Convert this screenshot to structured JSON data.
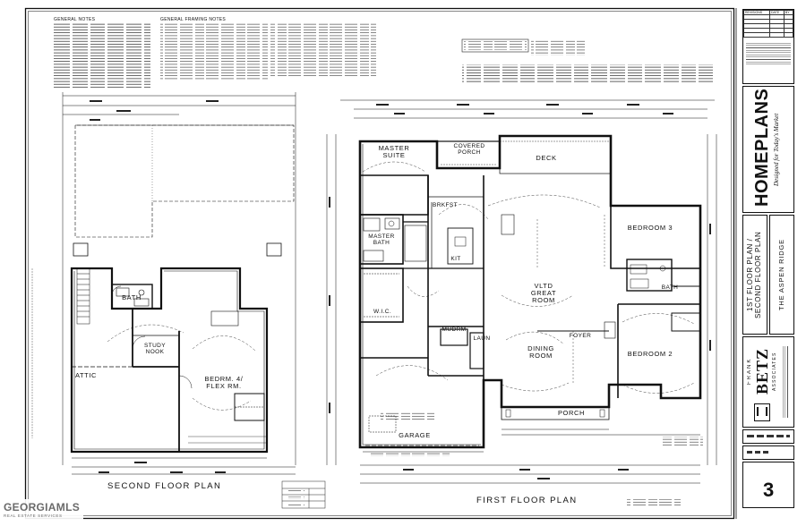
{
  "notes": {
    "general_notes_title": "GENERAL NOTES",
    "framing_notes_title": "GENERAL FRAMING NOTES"
  },
  "second_floor": {
    "title": "SECOND FLOOR PLAN",
    "rooms": {
      "bath": "BATH",
      "study_nook": "STUDY\nNOOK",
      "bedroom4": "BEDRM. 4/\nFLEX RM.",
      "attic": "ATTIC"
    }
  },
  "first_floor": {
    "title": "FIRST FLOOR PLAN",
    "rooms": {
      "master_suite": "MASTER\nSUITE",
      "covered_porch": "COVERED\nPORCH",
      "deck": "DECK",
      "master_bath": "MASTER\nBATH",
      "brkfst": "BRKFST",
      "kit": "KIT",
      "wic": "W.I.C.",
      "vltd_great_room": "VLTD\nGREAT\nROOM",
      "bedroom3": "BEDROOM 3",
      "bath": "BATH",
      "mudrm": "MUDRM",
      "laun": "LAUN",
      "dining_room": "DINING\nROOM",
      "foyer": "FOYER",
      "bedroom2": "BEDROOM 2",
      "porch": "PORCH",
      "garage": "GARAGE"
    }
  },
  "title_block": {
    "revision_header": "REVISIONS",
    "date_header": "DATE",
    "by_header": "BY",
    "brand_main": "HOMEPLANS",
    "brand_tagline": "Designed for Today's Market",
    "sheet_title": "1ST FLOOR PLAN /\nSECOND FLOOR PLAN",
    "project_name": "THE ASPEN RIDGE",
    "firm_first": "FRANK",
    "firm_last": "BETZ",
    "firm_assoc": "ASSOCIATES",
    "sheet_number": "3"
  },
  "watermark": {
    "main": "GEORGIAMLS",
    "sub": "REAL ESTATE SERVICES"
  }
}
